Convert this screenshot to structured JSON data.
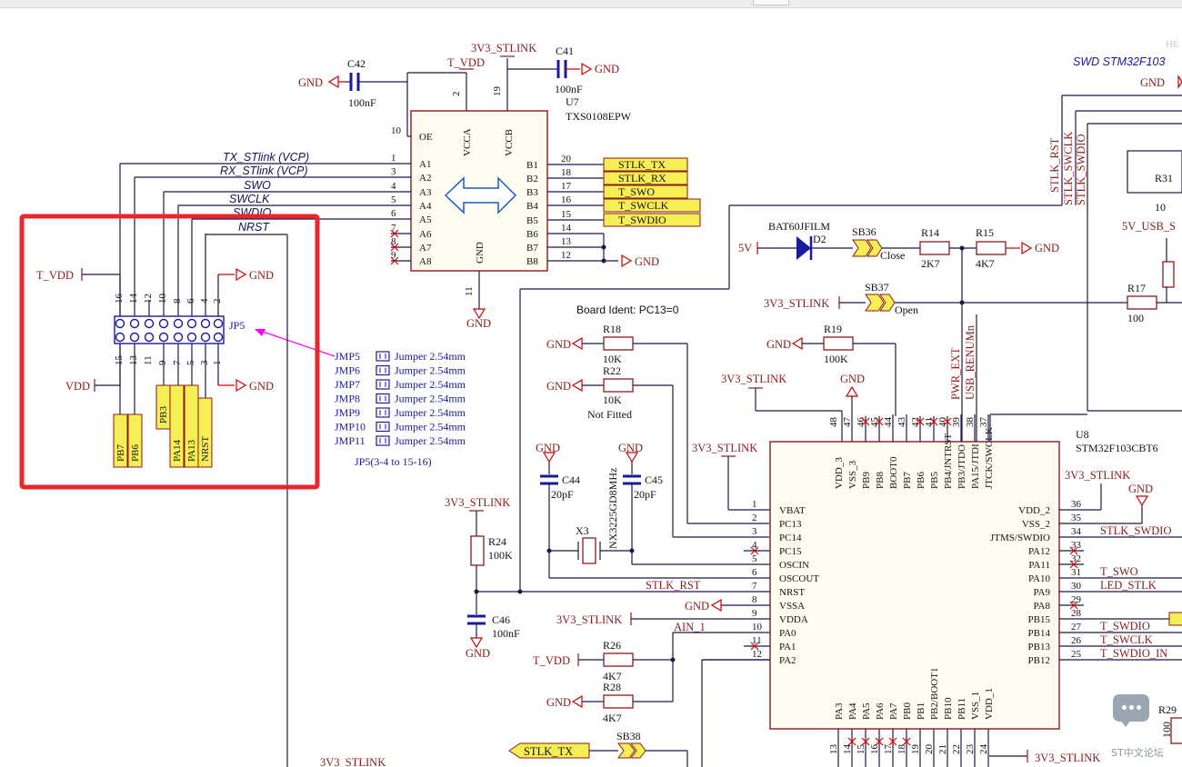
{
  "net": {
    "v3_stlink": "3V3_STLINK",
    "t_vdd": "T_VDD",
    "vdd": "VDD",
    "gnd": "GND",
    "v5": "5V",
    "v5_usb": "5V_USB_S",
    "stlk_rst": "STLK_RST",
    "stlk_swclk": "STLK_SWCLK",
    "stlk_swdio": "STLK_SWDIO",
    "pwr_ext": "PWR_EXT",
    "usb_renumn": "USB_RENUMn",
    "ain1": "AIN_1"
  },
  "header_title": "HE",
  "swd_title": "SWD STM32F103",
  "u7": {
    "ref": "U7",
    "part": "TXS0108EPW",
    "pins_left": [
      "OE",
      "A1",
      "A2",
      "A3",
      "A4",
      "A5",
      "A6",
      "A7",
      "A8"
    ],
    "nums_left": [
      "10",
      "1",
      "3",
      "4",
      "5",
      "6",
      "7",
      "8",
      "9"
    ],
    "pins_right": [
      "B1",
      "B2",
      "B3",
      "B4",
      "B5",
      "B6",
      "B7",
      "B8"
    ],
    "nums_right": [
      "20",
      "18",
      "17",
      "16",
      "15",
      "14",
      "13",
      "12"
    ],
    "vcca": "VCCA",
    "vccb": "VCCB",
    "gnd_pin": "GND",
    "n2": "2",
    "n19": "19",
    "n11": "11"
  },
  "vcp_signals": [
    "TX_STlink (VCP)",
    "RX_STlink (VCP)",
    "SWO",
    "SWCLK",
    "SWDIO",
    "NRST"
  ],
  "ports_b": [
    "STLK_TX",
    "STLK_RX",
    "T_SWO",
    "T_SWCLK",
    "T_SWDIO"
  ],
  "c42": {
    "ref": "C42",
    "val": "100nF"
  },
  "c41": {
    "ref": "C41",
    "val": "100nF"
  },
  "jp5": {
    "ref": "JP5",
    "top_nums": [
      "16",
      "14",
      "12",
      "10",
      "8",
      "6",
      "4",
      "2"
    ],
    "bot_nums": [
      "15",
      "13",
      "11",
      "9",
      "7",
      "5",
      "3",
      "1"
    ],
    "labels": [
      "PB7",
      "PB6",
      "PB3",
      "PA14",
      "PA13",
      "NRST"
    ],
    "note": "JP5(3-4 to 15-16)"
  },
  "jumpers": [
    {
      "ref": "JMP5",
      "desc": "Jumper 2.54mm"
    },
    {
      "ref": "JMP6",
      "desc": "Jumper 2.54mm"
    },
    {
      "ref": "JMP7",
      "desc": "Jumper 2.54mm"
    },
    {
      "ref": "JMP8",
      "desc": "Jumper 2.54mm"
    },
    {
      "ref": "JMP9",
      "desc": "Jumper 2.54mm"
    },
    {
      "ref": "JMP10",
      "desc": "Jumper 2.54mm"
    },
    {
      "ref": "JMP11",
      "desc": "Jumper 2.54mm"
    }
  ],
  "d2": {
    "ref": "D2",
    "part": "BAT60JFILM"
  },
  "sb36": {
    "ref": "SB36",
    "state": "Close"
  },
  "sb37": {
    "ref": "SB37",
    "state": "Open"
  },
  "sb38": {
    "ref": "SB38"
  },
  "r14": {
    "ref": "R14",
    "val": "2K7"
  },
  "r15": {
    "ref": "R15",
    "val": "4K7"
  },
  "r17": {
    "ref": "R17",
    "val": "100"
  },
  "r31": {
    "ref": "R31",
    "val": "10"
  },
  "r18": {
    "ref": "R18",
    "val": "10K"
  },
  "r22": {
    "ref": "R22",
    "val": "10K",
    "note": "Not Fitted"
  },
  "r19": {
    "ref": "R19",
    "val": "100K"
  },
  "r24": {
    "ref": "R24",
    "val": "100K"
  },
  "r26": {
    "ref": "R26",
    "val": "4K7"
  },
  "r28": {
    "ref": "R28",
    "val": "4K7"
  },
  "r29": {
    "ref": "R29",
    "val": "100"
  },
  "board_ident": "Board Ident: PC13=0",
  "c44": {
    "ref": "C44",
    "val": "20pF"
  },
  "c45": {
    "ref": "C45",
    "val": "20pF"
  },
  "c46": {
    "ref": "C46",
    "val": "100nF"
  },
  "x3": {
    "ref": "X3",
    "part": "NX3225GD8MHz"
  },
  "u8": {
    "ref": "U8",
    "part": "STM32F103CBT6",
    "left_pins": [
      "VBAT",
      "PC13",
      "PC14",
      "PC15",
      "OSCIN",
      "OSCOUT",
      "NRST",
      "VSSA",
      "VDDA",
      "PA0",
      "PA1",
      "PA2"
    ],
    "left_nums": [
      "1",
      "2",
      "3",
      "4",
      "5",
      "6",
      "7",
      "8",
      "9",
      "10",
      "11",
      "12"
    ],
    "right_pins": [
      "VDD_2",
      "VSS_2",
      "JTMS/SWDIO",
      "PA12",
      "PA11",
      "PA10",
      "PA9",
      "PA8",
      "PB15",
      "PB14",
      "PB13",
      "PB12"
    ],
    "right_nums": [
      "36",
      "35",
      "34",
      "33",
      "32",
      "31",
      "30",
      "29",
      "28",
      "27",
      "26",
      "25"
    ],
    "top_pins": [
      "VDD_3",
      "VSS_3",
      "PB9",
      "PB8",
      "BOOT0",
      "PB7",
      "PB6",
      "PB5",
      "PB4/JNTRST",
      "PB3/JTDO",
      "PA15/JTDI",
      "JTCK/SWCLK"
    ],
    "top_nums": [
      "48",
      "47",
      "46",
      "45",
      "44",
      "43",
      "42",
      "41",
      "40",
      "39",
      "38",
      "37"
    ],
    "bot_pins": [
      "PA3",
      "PA4",
      "PA5",
      "PA6",
      "PA7",
      "PB0",
      "PB1",
      "PB2/BOOT1",
      "PB10",
      "PB11",
      "VSS_1",
      "VDD_1"
    ],
    "bot_nums": [
      "13",
      "14",
      "15",
      "16",
      "17",
      "18",
      "19",
      "20",
      "21",
      "22",
      "23",
      "24"
    ]
  },
  "u8_right_nets": {
    "stlk_swdio": "STLK_SWDIO",
    "t_swo": "T_SWO",
    "led_stlk": "LED_STLK",
    "t_swdio": "T_SWDIO",
    "t_swclk": "T_SWCLK",
    "t_swdio_in": "T_SWDIO_IN"
  },
  "stlk_tx_port": "STLK_TX",
  "watermark": "ST中文论坛",
  "colors": {
    "wire": "#1a1a4a",
    "power": "#8b1a1a",
    "gnd": "#cc0000",
    "port_fill": "#f5ef55",
    "highlight": "#e8262b",
    "pointer": "#ff00ff"
  }
}
